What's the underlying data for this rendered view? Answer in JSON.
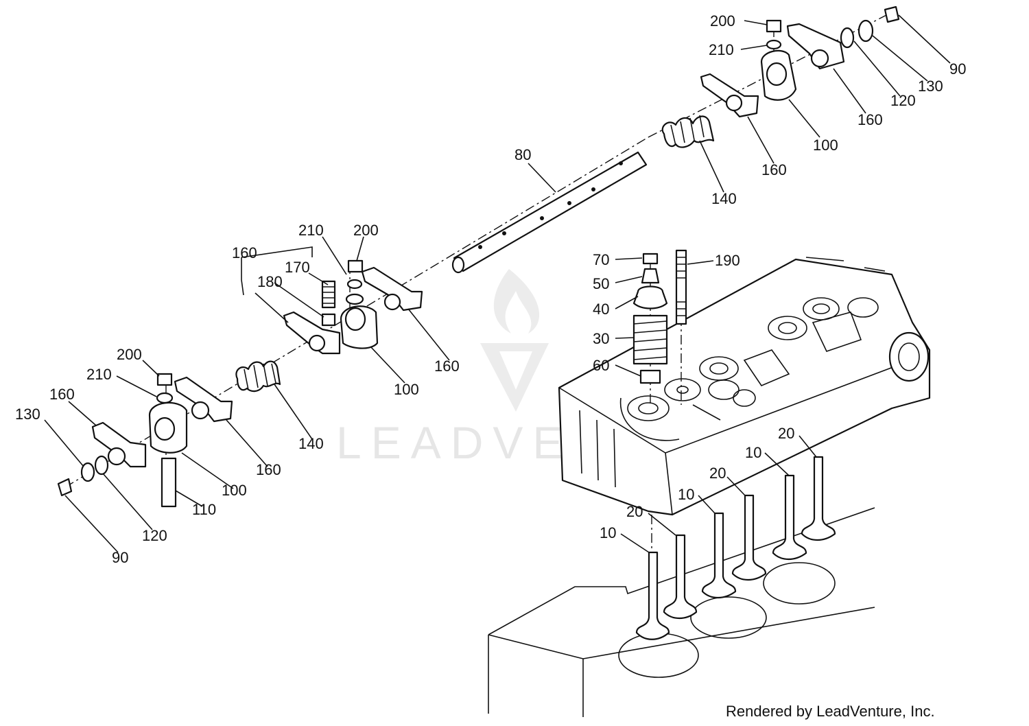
{
  "diagram": {
    "callouts": {
      "top_200": "200",
      "top_210": "210",
      "top_90": "90",
      "top_130": "130",
      "top_120": "120",
      "top_160a": "160",
      "top_100": "100",
      "top_160b": "160",
      "top_140": "140",
      "shaft_80": "80",
      "mid_210": "210",
      "mid_200": "200",
      "mid_160_bracket": "160",
      "mid_170": "170",
      "mid_180": "180",
      "mid_160": "160",
      "mid_100": "100",
      "low_140": "140",
      "low_200": "200",
      "low_210": "210",
      "low_160a": "160",
      "low_130": "130",
      "low_160b": "160",
      "low_100": "100",
      "low_110": "110",
      "low_120": "120",
      "low_90": "90",
      "head_70": "70",
      "head_50": "50",
      "head_40": "40",
      "head_30": "30",
      "head_60": "60",
      "head_190": "190",
      "valve_20a": "20",
      "valve_10a": "10",
      "valve_20b": "20",
      "valve_10b": "10",
      "valve_20c": "20",
      "valve_10c": "10"
    },
    "watermark": "LEADVENTURE",
    "credit": "Rendered by LeadVenture, Inc."
  }
}
